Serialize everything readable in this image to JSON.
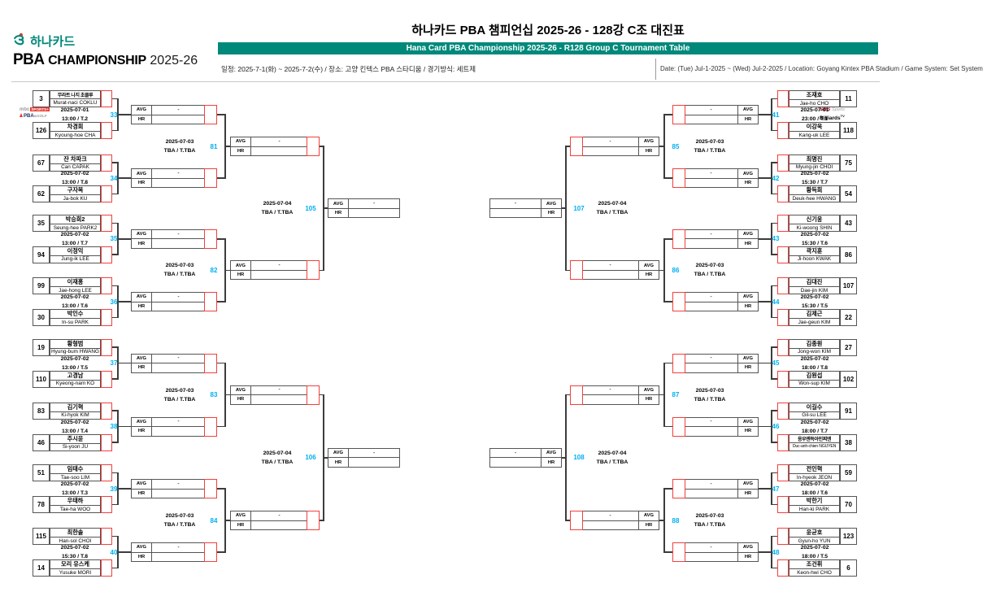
{
  "header": {
    "title": "하나카드 PBA 챔피언십 2025-26 - 128강 C조 대진표",
    "subtitle": "Hana Card PBA Championship 2025-26 - R128 Group C Tournament Table",
    "info_kr": "일정: 2025-7-1(화) ~ 2025-7-2(수) / 장소: 고양 킨텍스 PBA 스타디움 / 경기방식: 세트제",
    "info_en": "Date: (Tue) Jul-1-2025 ~ (Wed) Jul-2-2025 / Location: Goyang Kintex PBA Stadium / Game System: Set System",
    "logo": {
      "name_kr": "하나카드",
      "brand_bold": "PBA",
      "brand_rest": "CHAMPIONSHIP",
      "season": "2025-26"
    }
  },
  "labels": {
    "avg": "AVG",
    "hr": "HR",
    "pending": "-"
  },
  "colors": {
    "teal": "#00897b",
    "cyan": "#00aeef",
    "red": "#f0413d"
  },
  "broadcasters": {
    "left_match_33": {
      "line1_a": "mbc",
      "line1_b": "SPORTS+",
      "line2_a": "PBA",
      "line2_b": "&GOLF"
    },
    "right_match_41": {
      "line1_a": "SBS",
      "line1_b": "Sports",
      "line2_a": "Billiards",
      "line2_b": "TV"
    }
  },
  "bracket": {
    "left": {
      "r1": [
        {
          "no": "33",
          "date": "2025-07-01",
          "time": "13:00 / T.2",
          "p1": {
            "seed": "3",
            "kr": "무라트 나지 초클루",
            "en": "Murat-naci COKLU"
          },
          "p2": {
            "seed": "126",
            "kr": "차경희",
            "en": "Kyoung-hoe CHA"
          }
        },
        {
          "no": "34",
          "date": "2025-07-02",
          "time": "13:00 / T.8",
          "p1": {
            "seed": "67",
            "kr": "잔 차파크",
            "en": "Can CAPAK"
          },
          "p2": {
            "seed": "62",
            "kr": "구자복",
            "en": "Ja-bok KU"
          }
        },
        {
          "no": "35",
          "date": "2025-07-02",
          "time": "13:00 / T.7",
          "p1": {
            "seed": "35",
            "kr": "박승희2",
            "en": "Seung-hee PARK2"
          },
          "p2": {
            "seed": "94",
            "kr": "이정익",
            "en": "Jung-ik LEE"
          }
        },
        {
          "no": "36",
          "date": "2025-07-02",
          "time": "13:00 / T.6",
          "p1": {
            "seed": "99",
            "kr": "이재홍",
            "en": "Jae-hong LEE"
          },
          "p2": {
            "seed": "30",
            "kr": "박인수",
            "en": "In-su PARK"
          }
        },
        {
          "no": "37",
          "date": "2025-07-02",
          "time": "13:00 / T.5",
          "p1": {
            "seed": "19",
            "kr": "황형범",
            "en": "Hyung-bum HWANG"
          },
          "p2": {
            "seed": "110",
            "kr": "고경남",
            "en": "Kyeong-nam KO"
          }
        },
        {
          "no": "38",
          "date": "2025-07-02",
          "time": "13:00 / T.4",
          "p1": {
            "seed": "83",
            "kr": "김기혁",
            "en": "Ki-hyok KIM"
          },
          "p2": {
            "seed": "46",
            "kr": "주시윤",
            "en": "Si-yoon JU"
          }
        },
        {
          "no": "39",
          "date": "2025-07-02",
          "time": "13:00 / T.3",
          "p1": {
            "seed": "51",
            "kr": "임태수",
            "en": "Tae-soo LIM"
          },
          "p2": {
            "seed": "78",
            "kr": "우태하",
            "en": "Tae-ha WOO"
          }
        },
        {
          "no": "40",
          "date": "2025-07-02",
          "time": "15:30 / T.8",
          "p1": {
            "seed": "115",
            "kr": "최한솔",
            "en": "Han-sol CHOI"
          },
          "p2": {
            "seed": "14",
            "kr": "모리 유스케",
            "en": "Yusuke MORI"
          }
        }
      ],
      "r2": [
        {
          "no": "81",
          "date": "2025-07-03",
          "time": "TBA / T.TBA"
        },
        {
          "no": "82",
          "date": "2025-07-03",
          "time": "TBA / T.TBA"
        },
        {
          "no": "83",
          "date": "2025-07-03",
          "time": "TBA / T.TBA"
        },
        {
          "no": "84",
          "date": "2025-07-03",
          "time": "TBA / T.TBA"
        }
      ],
      "r3": [
        {
          "no": "105",
          "date": "2025-07-04",
          "time": "TBA / T.TBA"
        },
        {
          "no": "106",
          "date": "2025-07-04",
          "time": "TBA / T.TBA"
        }
      ]
    },
    "right": {
      "r1": [
        {
          "no": "41",
          "date": "2025-07-01",
          "time": "23:00 / T.1",
          "p1": {
            "seed": "11",
            "kr": "조재호",
            "en": "Jae-ho CHO"
          },
          "p2": {
            "seed": "118",
            "kr": "이강욱",
            "en": "Kang-uk LEE"
          }
        },
        {
          "no": "42",
          "date": "2025-07-02",
          "time": "15:30 / T.7",
          "p1": {
            "seed": "75",
            "kr": "최명진",
            "en": "Myung-jin CHOI"
          },
          "p2": {
            "seed": "54",
            "kr": "황득희",
            "en": "Deuk-hee HWANG"
          }
        },
        {
          "no": "43",
          "date": "2025-07-02",
          "time": "15:30 / T.6",
          "p1": {
            "seed": "43",
            "kr": "신기웅",
            "en": "Ki-woong SHIN"
          },
          "p2": {
            "seed": "86",
            "kr": "곽지훈",
            "en": "Ji-hoon KWAK"
          }
        },
        {
          "no": "44",
          "date": "2025-07-02",
          "time": "15:30 / T.5",
          "p1": {
            "seed": "107",
            "kr": "김대진",
            "en": "Dae-jin KIM"
          },
          "p2": {
            "seed": "22",
            "kr": "김제근",
            "en": "Jae-geun KIM"
          }
        },
        {
          "no": "45",
          "date": "2025-07-02",
          "time": "18:00 / T.8",
          "p1": {
            "seed": "27",
            "kr": "김종원",
            "en": "Jong-won KIM"
          },
          "p2": {
            "seed": "102",
            "kr": "김원섭",
            "en": "Won-sup KIM"
          }
        },
        {
          "no": "46",
          "date": "2025-07-02",
          "time": "18:00 / T.7",
          "p1": {
            "seed": "91",
            "kr": "이길수",
            "en": "Gil-su LEE"
          },
          "p2": {
            "seed": "38",
            "kr": "응우옌득아인찌엔",
            "en": "Duc-anh-chien NGUYEN"
          }
        },
        {
          "no": "47",
          "date": "2025-07-02",
          "time": "18:00 / T.6",
          "p1": {
            "seed": "59",
            "kr": "전인혁",
            "en": "In-hyeok JEON"
          },
          "p2": {
            "seed": "70",
            "kr": "박한기",
            "en": "Han-ki PARK"
          }
        },
        {
          "no": "48",
          "date": "2025-07-02",
          "time": "18:00 / T.5",
          "p1": {
            "seed": "123",
            "kr": "윤균호",
            "en": "Gyun-ho YUN"
          },
          "p2": {
            "seed": "6",
            "kr": "조건휘",
            "en": "Keon-hwi CHO"
          }
        }
      ],
      "r2": [
        {
          "no": "85",
          "date": "2025-07-03",
          "time": "TBA / T.TBA"
        },
        {
          "no": "86",
          "date": "2025-07-03",
          "time": "TBA / T.TBA"
        },
        {
          "no": "87",
          "date": "2025-07-03",
          "time": "TBA / T.TBA"
        },
        {
          "no": "88",
          "date": "2025-07-03",
          "time": "TBA / T.TBA"
        }
      ],
      "r3": [
        {
          "no": "107",
          "date": "2025-07-04",
          "time": "TBA / T.TBA"
        },
        {
          "no": "108",
          "date": "2025-07-04",
          "time": "TBA / T.TBA"
        }
      ]
    }
  }
}
